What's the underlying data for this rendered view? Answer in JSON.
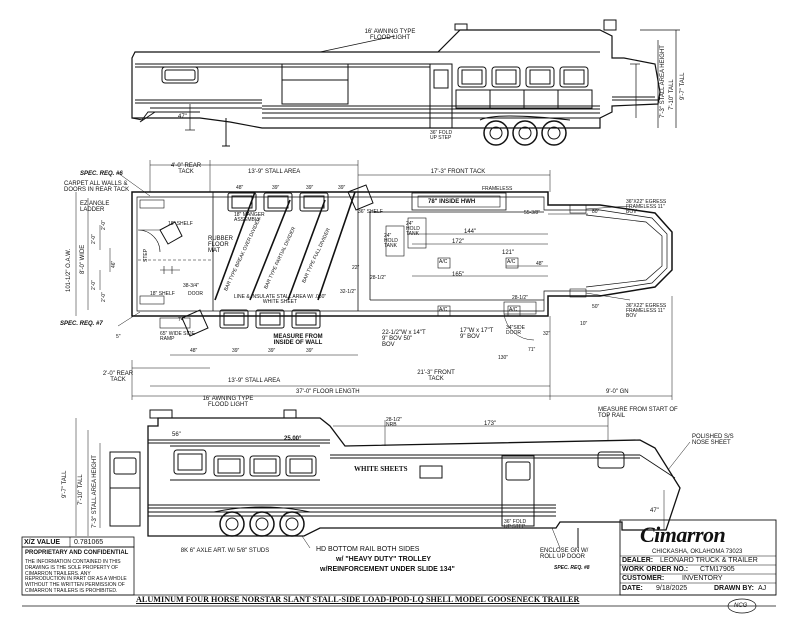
{
  "drawing": {
    "top_view": {
      "awning_label": "16' AWNING TYPE FLOOD LIGHT",
      "stall_area_height": "7'-3\" STALL AREA HEIGHT",
      "overall_tall": "9'-7\" TALL",
      "stall_tall": "7'-10\" TALL",
      "dim_47": "47\"",
      "fold_step": "36\" FOLD UP STEP"
    },
    "plan": {
      "rear_tack_top": "4'-0\" REAR TACK",
      "stall_area_top": "13'-9\" STALL AREA",
      "front_tack_top": "17'-3\" FRONT TACK",
      "spec_req_6": "SPEC. REQ. #6",
      "spec_req_7": "SPEC. REQ. #7",
      "carpet_note": "CARPET ALL WALLS & DOORS IN REAR TACK",
      "ez_angle": "EZ ANGLE LADDER",
      "manger": "18\" MANGER ASSEMBLY",
      "shelf_top": "18\" SHELF",
      "shelf_bottom": "18\" SHELF",
      "rubber_mat": "RUBBER FLOOR MAT",
      "dim_48_a": "48\"",
      "dim_39_a": "39\"",
      "dim_39_b": "39\"",
      "dim_39_c": "39\"",
      "dim_36_shelf": "36\" SHELF",
      "inside_hwh": "78\" INSIDE HWH",
      "framed_label": "FRAMELESS",
      "dim_55_38": "55-3/8\"",
      "dim_144": "144\"",
      "dim_172": "172\"",
      "dim_165": "165\"",
      "dim_121": "121\"",
      "dim_48_ac": "48\"",
      "hold_tank_a": "24\" HOLD TANK",
      "hold_tank_b": "24\" HOLD TANK",
      "ac_a": "A/C",
      "ac_b": "A/C",
      "ac_c": "A/C",
      "ac_d": "A/C",
      "step": "STEP",
      "divider_1": "BAR TYPE BREAK OVER DIVIDER",
      "divider_2": "BAR TYPE PARTIAL DIVIDER",
      "divider_3": "BAR TYPE FULL DIVIDER",
      "line_insulate": "LINE & INSULATE STALL AREA W/ .030\" WHITE SHEET",
      "dim_22": "22\"",
      "dim_38_34": "38-3/4\"",
      "door": "DOOR",
      "dim_32_12": "32-1/2\"",
      "dim_28_12_a": "28-1/2\"",
      "dim_28_12_b": "28-1/2\"",
      "dim_74": "74\"",
      "dim_65": "65\" WIDE SIDE RAMP",
      "dim_48_b": "48\"",
      "dim_39_d": "39\"",
      "dim_39_e": "39\"",
      "dim_39_f": "39\"",
      "measure_note": "MEASURE FROM INSIDE OF WALL",
      "window_22": "22-1/2\"W x 14\"T 9\" BOV 50\" BOV",
      "window_17": "17\"W x 17\"T 9\" BOV",
      "side_door": "34\"SIDE DOOR",
      "dim_32": "32\"",
      "dim_71": "71\"",
      "dim_130": "130\"",
      "dim_50": "50\"",
      "dim_10": "10\"",
      "dim_80": "80\"",
      "dim_30_egress_a": "36\"X22\" EGRESS FRAMELESS 11\" BOV",
      "dim_30_egress_b": "36\"X22\" EGRESS FRAMELESS 11\" BOV",
      "oaw": "101-1/2\" O.A.W.",
      "wide_96": "8'-0\" WIDE",
      "dim_2_0_a": "2'-0\"",
      "dim_2_0_b": "2'-0\"",
      "dim_2_0_c": "2'-0\"",
      "dim_2_0_d": "2'-0\"",
      "dim_46": "46\"",
      "dim_5": "5\"",
      "rear_tack_bot": "2'-0\" REAR TACK",
      "stall_area_bot": "13'-9\" STALL AREA",
      "front_tack_bot": "21'-3\" FRONT TACK",
      "floor_length": "37'-0\" FLOOR LENGTH",
      "gn": "9'-0\" GN"
    },
    "side_view": {
      "awning_label": "16' AWNING TYPE FLOOD LIGHT",
      "dim_56": "56\"",
      "angle": "25.00°",
      "dim_28_12": "28-1/2\" NRB",
      "dim_173": "173\"",
      "measure_rail": "MEASURE FROM START OF TOP RAIL",
      "polished": "POLISHED S/S NOSE SHEET",
      "white_sheets": "WHITE SHEETS",
      "tall_97": "9'-7\" TALL",
      "tall_710": "7'-10\" TALL",
      "stall_height": "7'-3\" STALL AREA HEIGHT",
      "dim_47": "47\"",
      "fold_step": "36\" FOLD UP STEP",
      "axle": "8K 6\" AXLE ART. W/ 5/8\" STUDS",
      "hd_bottom": "HD BOTTOM RAIL BOTH SIDES",
      "trolley": "w/ \"HEAVY DUTY\" TROLLEY",
      "reinforcement": "w/REINFORCEMENT UNDER SLIDE 134\"",
      "enclose": "ENCLOSE GN W/ ROLL UP DOOR",
      "spec_req_8": "SPEC. REQ. #8"
    },
    "scale": {
      "label": "X/Z VALUE",
      "value": "0.781065"
    },
    "proprietary": {
      "title": "PROPRIETARY AND CONFIDENTIAL",
      "body": "THE INFORMATION CONTAINED IN THIS DRAWING IS THE SOLE PROPERTY OF CIMARRON TRAILERS. ANY REPRODUCTION IN PART OR AS A WHOLE WITHOUT THE WRITTEN PERMISSION OF CIMARRON TRAILERS IS PROHIBITED."
    },
    "title_block": {
      "brand": "Cimarron",
      "location": "CHICKASHA, OKLAHOMA 73023",
      "dealer_label": "DEALER:",
      "dealer_value": "LEONARD TRUCK & TRAILER",
      "work_order_label": "WORK ORDER NO.:",
      "work_order_value": "CTM17905",
      "customer_label": "CUSTOMER:",
      "customer_value": "INVENTORY",
      "date_label": "DATE:",
      "date_value": "9/18/2025",
      "drawn_label": "DRAWN BY:",
      "drawn_value": "AJ"
    },
    "main_title": "ALUMINUM FOUR HORSE NORSTAR SLANT STALL-SIDE LOAD-IPOD-LQ SHELL MODEL GOOSENECK TRAILER",
    "initials": "NCG"
  }
}
